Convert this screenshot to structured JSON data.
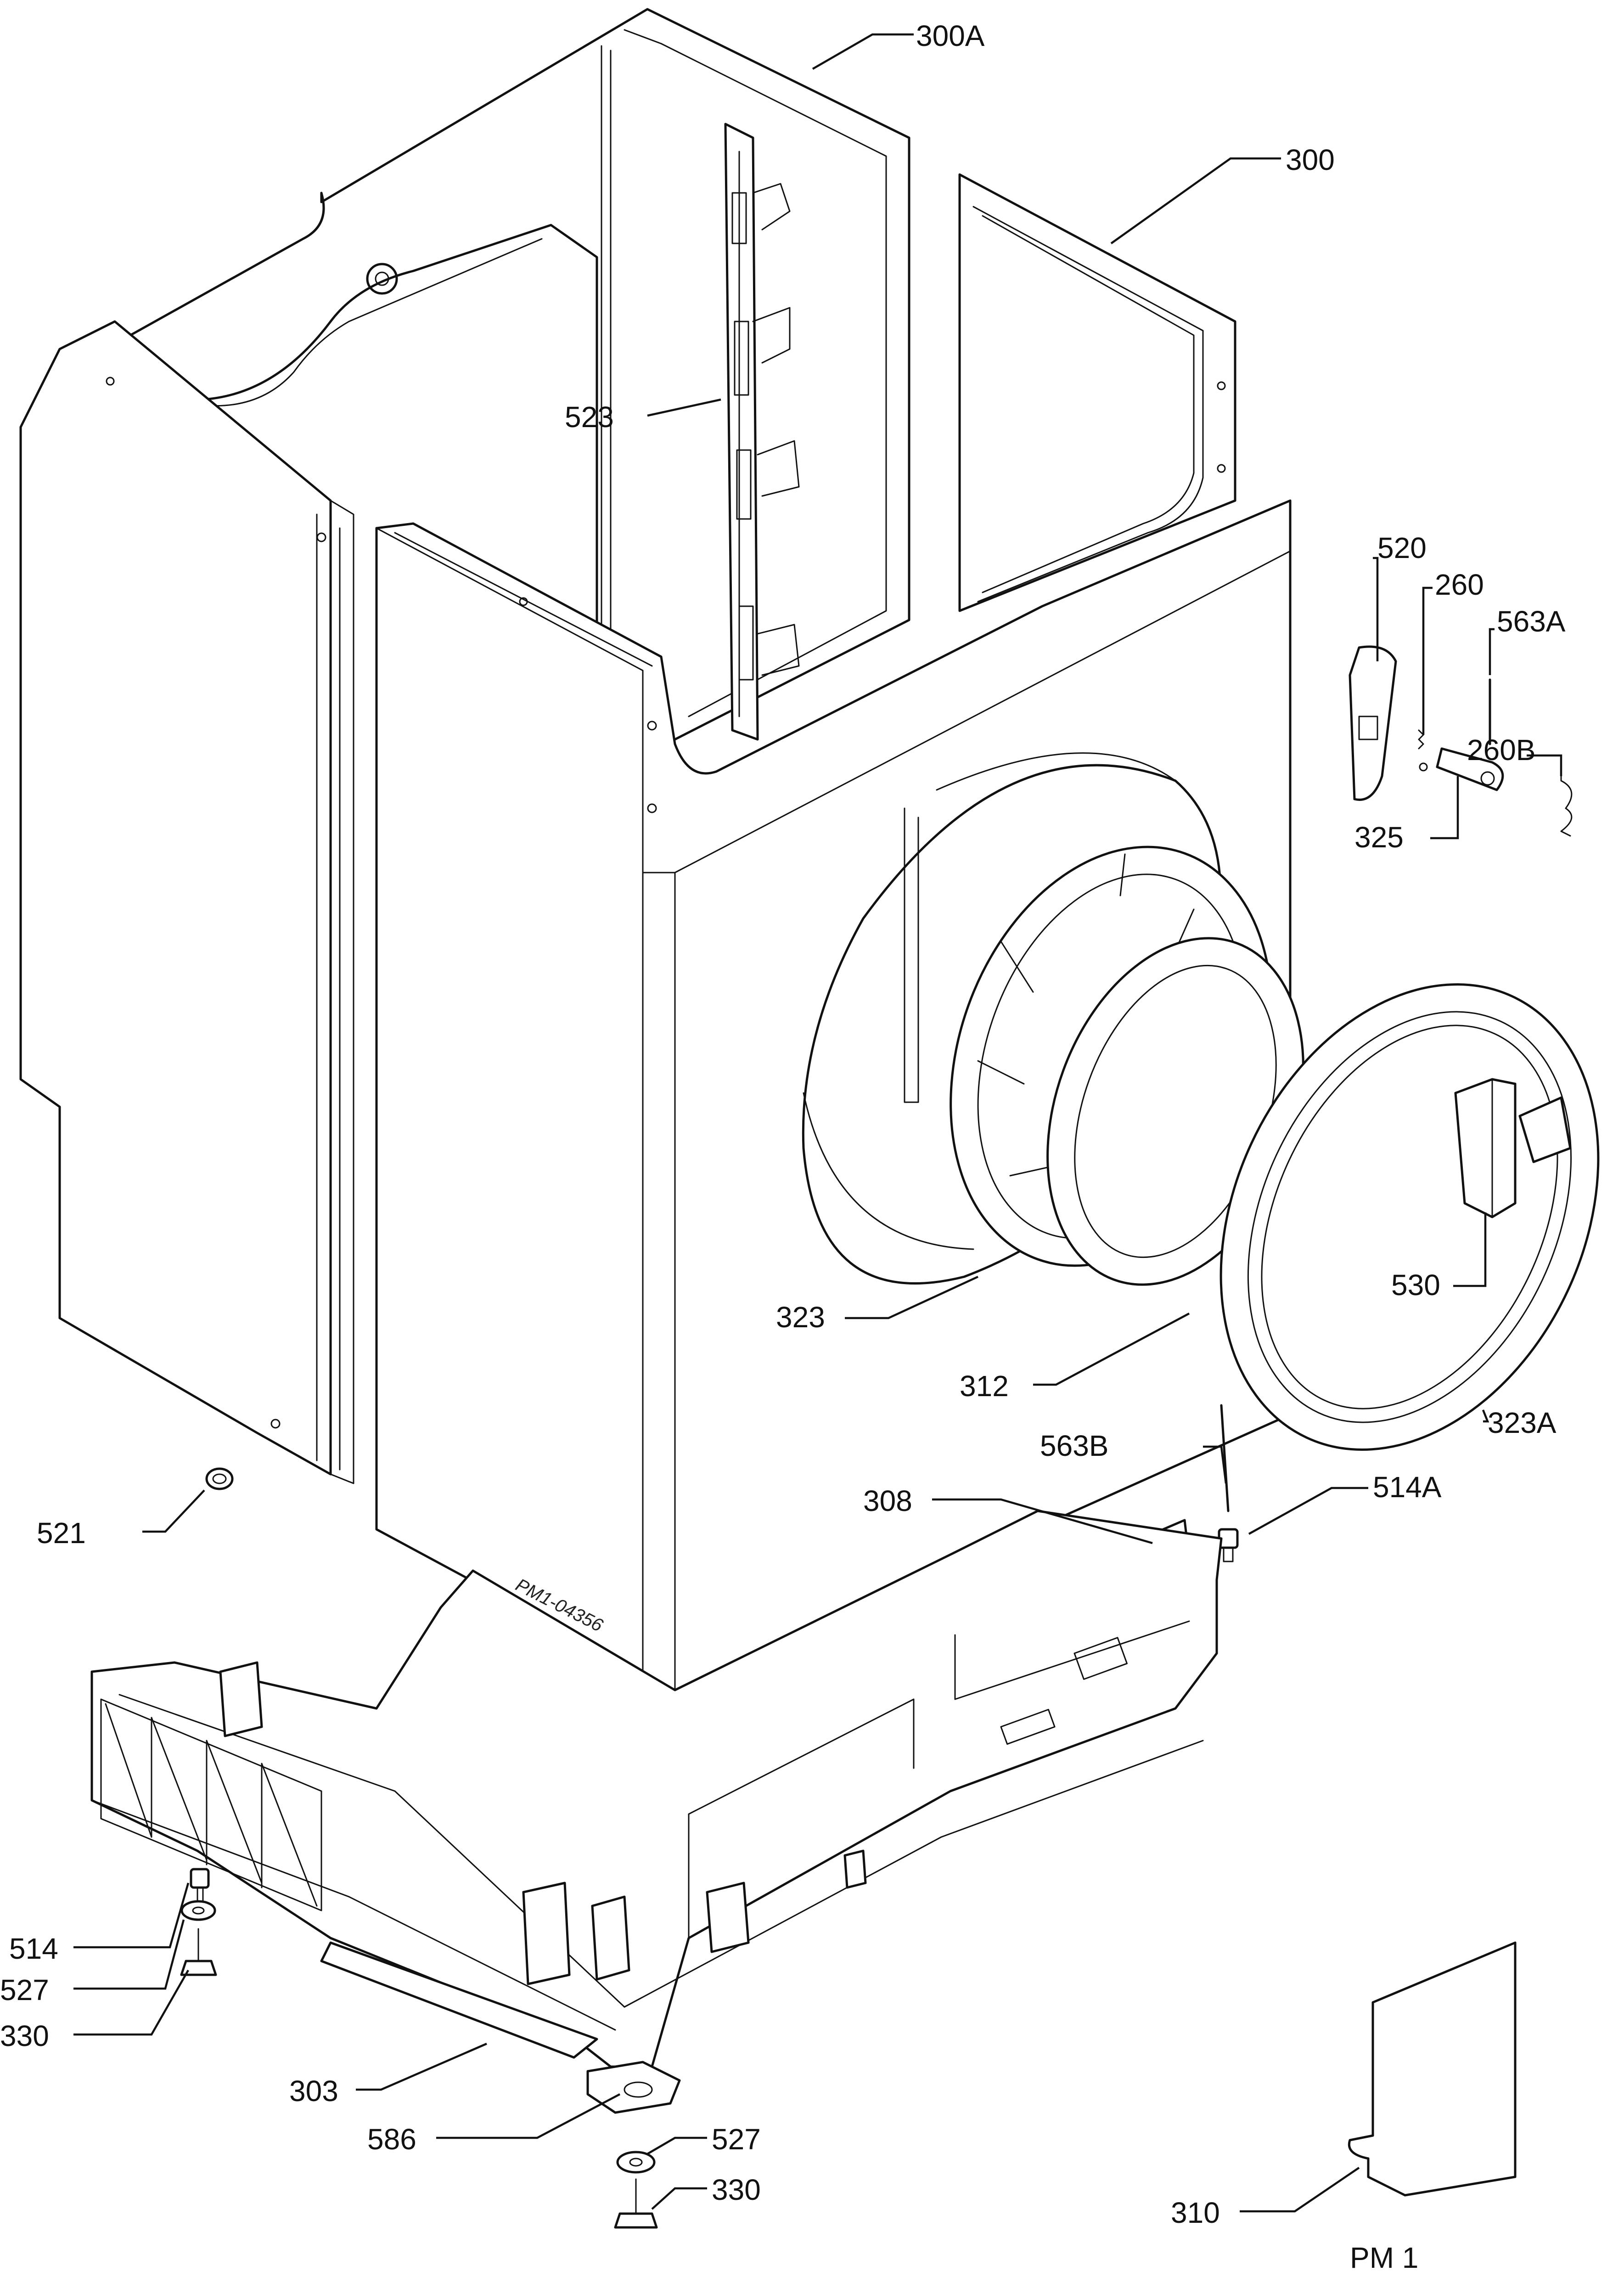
{
  "diagram": {
    "reference": "PM 1",
    "drawing_number": "PM1-04356",
    "callouts": [
      {
        "id": "c300A",
        "text": "300A"
      },
      {
        "id": "c300",
        "text": "300"
      },
      {
        "id": "c523",
        "text": "523"
      },
      {
        "id": "c520",
        "text": "520"
      },
      {
        "id": "c260",
        "text": "260"
      },
      {
        "id": "c563A",
        "text": "563A"
      },
      {
        "id": "c260B",
        "text": "260B"
      },
      {
        "id": "c325",
        "text": "325"
      },
      {
        "id": "c530",
        "text": "530"
      },
      {
        "id": "c323",
        "text": "323"
      },
      {
        "id": "c312",
        "text": "312"
      },
      {
        "id": "c323A",
        "text": "323A"
      },
      {
        "id": "c563B",
        "text": "563B"
      },
      {
        "id": "c514A",
        "text": "514A"
      },
      {
        "id": "c308",
        "text": "308"
      },
      {
        "id": "c521",
        "text": "521"
      },
      {
        "id": "c514",
        "text": "514"
      },
      {
        "id": "c527L",
        "text": "527"
      },
      {
        "id": "c330L",
        "text": "330"
      },
      {
        "id": "c303",
        "text": "303"
      },
      {
        "id": "c586",
        "text": "586"
      },
      {
        "id": "c527R",
        "text": "527"
      },
      {
        "id": "c330R",
        "text": "330"
      },
      {
        "id": "c310",
        "text": "310"
      }
    ]
  }
}
